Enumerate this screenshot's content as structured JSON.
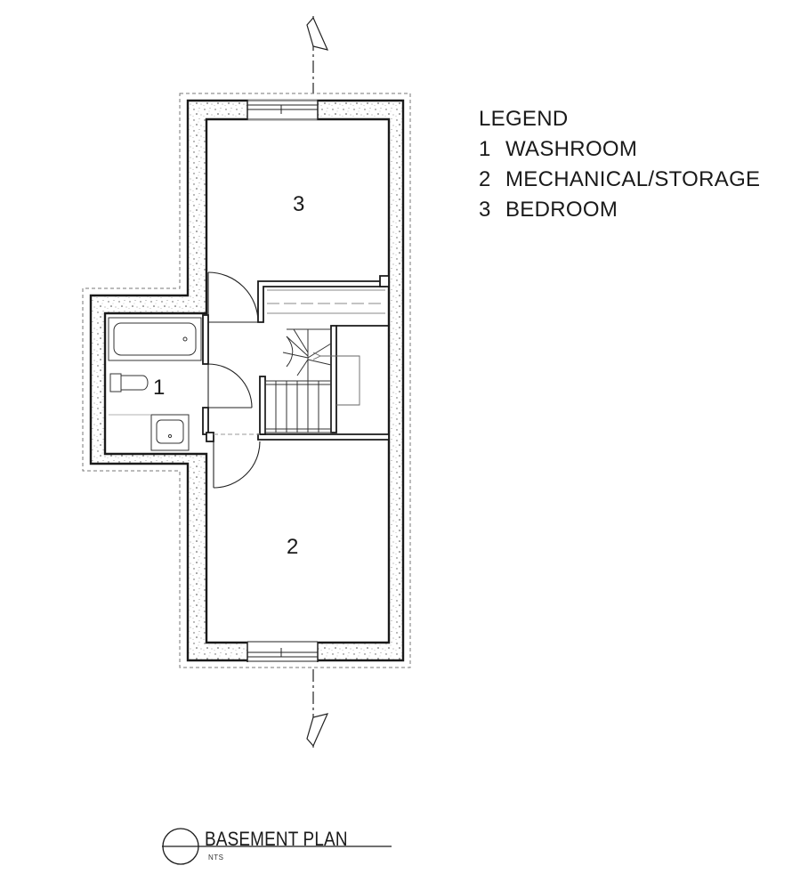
{
  "legend": {
    "title": "LEGEND",
    "items": [
      {
        "number": "1",
        "label": "WASHROOM"
      },
      {
        "number": "2",
        "label": "MECHANICAL/STORAGE"
      },
      {
        "number": "3",
        "label": "BEDROOM"
      }
    ]
  },
  "rooms": {
    "washroom": "1",
    "mechanical": "2",
    "bedroom": "3"
  },
  "title_block": {
    "title": "BASEMENT PLAN",
    "scale_note": "NTS"
  }
}
